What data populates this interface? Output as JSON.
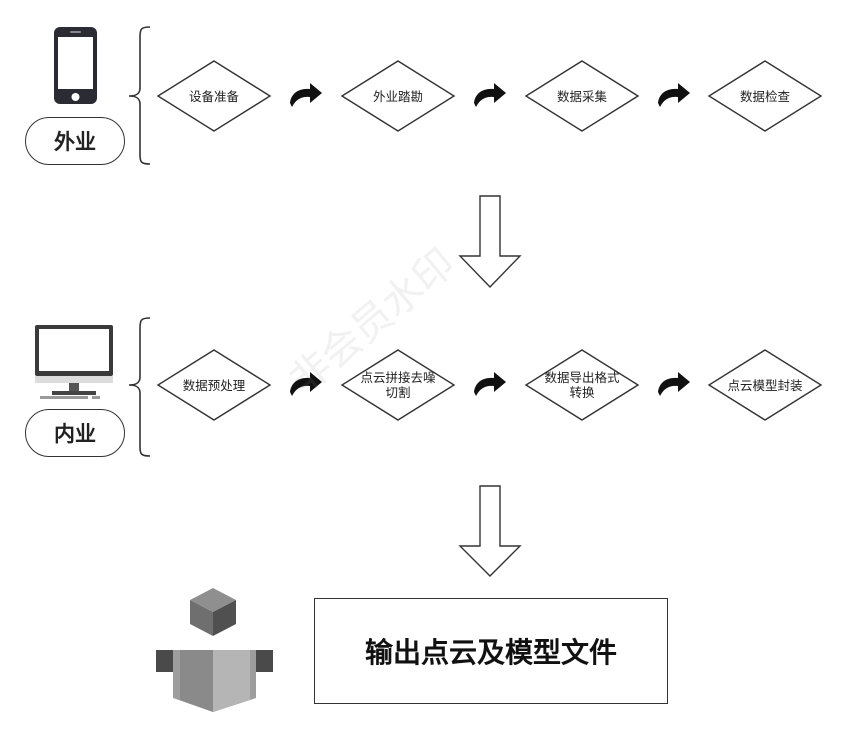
{
  "field_phase": {
    "label": "外业",
    "steps": [
      "设备准备",
      "外业踏勘",
      "数据采集",
      "数据检查"
    ]
  },
  "office_phase": {
    "label": "内业",
    "steps": [
      "数据预处理",
      "点云拼接去噪\n切割",
      "数据导出格式\n转换",
      "点云模型封装"
    ]
  },
  "output": {
    "label": "输出点云及模型文件"
  },
  "watermark": "非会员水印",
  "icons": {
    "field_device": "smartphone-icon",
    "office_device": "desktop-computer-icon",
    "output_device": "3d-block-model-icon",
    "step_connector": "curved-arrow-icon",
    "phase_connector": "down-arrow-icon"
  }
}
